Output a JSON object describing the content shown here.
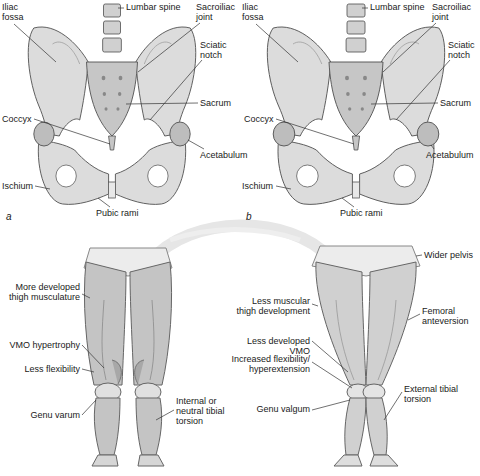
{
  "diagram": {
    "labels": [
      "Lumbar spine",
      "Sacroiliac joint",
      "Sciatic notch",
      "Iliac fossa",
      "Sacrum",
      "Coccyx",
      "Acetabulum",
      "Ischium",
      "Pubic rami",
      "a",
      "Lumbar spine",
      "Sacroiliac joint",
      "Sciatic notch",
      "Iliac fossa",
      "Sacrum",
      "Coccyx",
      "Acetabulum",
      "Ischium",
      "Pubic rami",
      "b",
      "More developed thigh musculature",
      "VMO hypertrophy",
      "Less flexibility",
      "Genu varum",
      "Internal or neutral tibial torsion",
      "Wider pelvis",
      "Less muscular thigh development",
      "Femoral anteversion",
      "Less developed VMO",
      "Increased flexibility/ hyperextension",
      "External tibial torsion",
      "Genu valgum"
    ]
  }
}
